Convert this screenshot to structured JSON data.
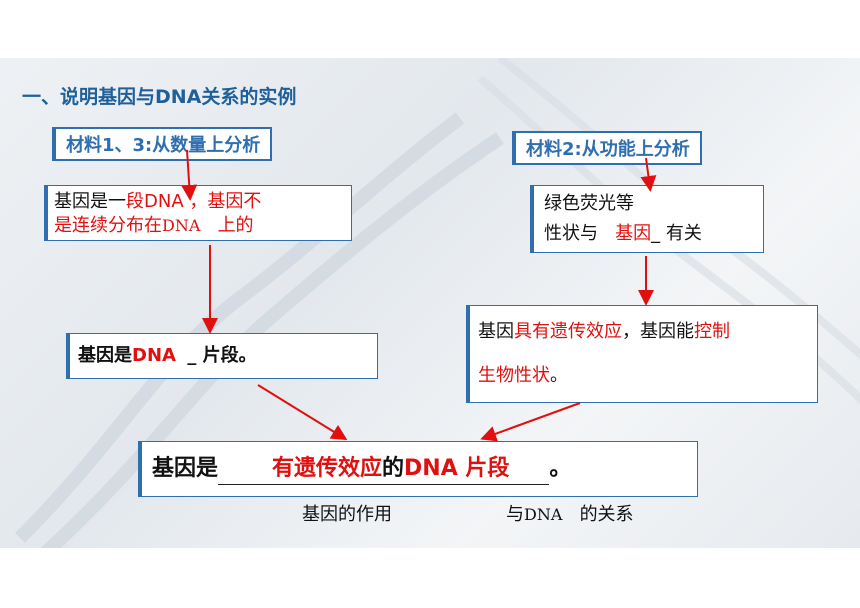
{
  "heading": "一、说明基因与DNA关系的实例",
  "tag_left": "材料1、3:从数量上分析",
  "tag_right": "材料2:从功能上分析",
  "box1": {
    "p1": "基因是一",
    "p2": "段DNA ，基因不",
    "p3": "是连续分布在",
    "p4": "DNA",
    "p5": "上的"
  },
  "box2": {
    "line1": "绿色荧光等",
    "line2a": "性状与",
    "line2b": "基因",
    "line2c": "_ 有关"
  },
  "box3": {
    "p1": "基因是",
    "p2": "DNA",
    "p3": "_ 片段。"
  },
  "box4": {
    "p1": "基因",
    "p2": "具有遗传效应",
    "p3": "，基因能",
    "p4": "控制",
    "p5": "生物性状",
    "p6": "。"
  },
  "conclusion": {
    "p1": "基因是",
    "p2": "有遗传效应",
    "p3": "的",
    "p4": "DNA 片段",
    "p5": "。"
  },
  "caption_left": "基因的作用",
  "caption_right_a": "与",
  "caption_right_b": "DNA",
  "caption_right_c": "的关系",
  "colors": {
    "accent": "#2f6fb0",
    "red": "#e01010",
    "heading": "#1f5f9a"
  }
}
